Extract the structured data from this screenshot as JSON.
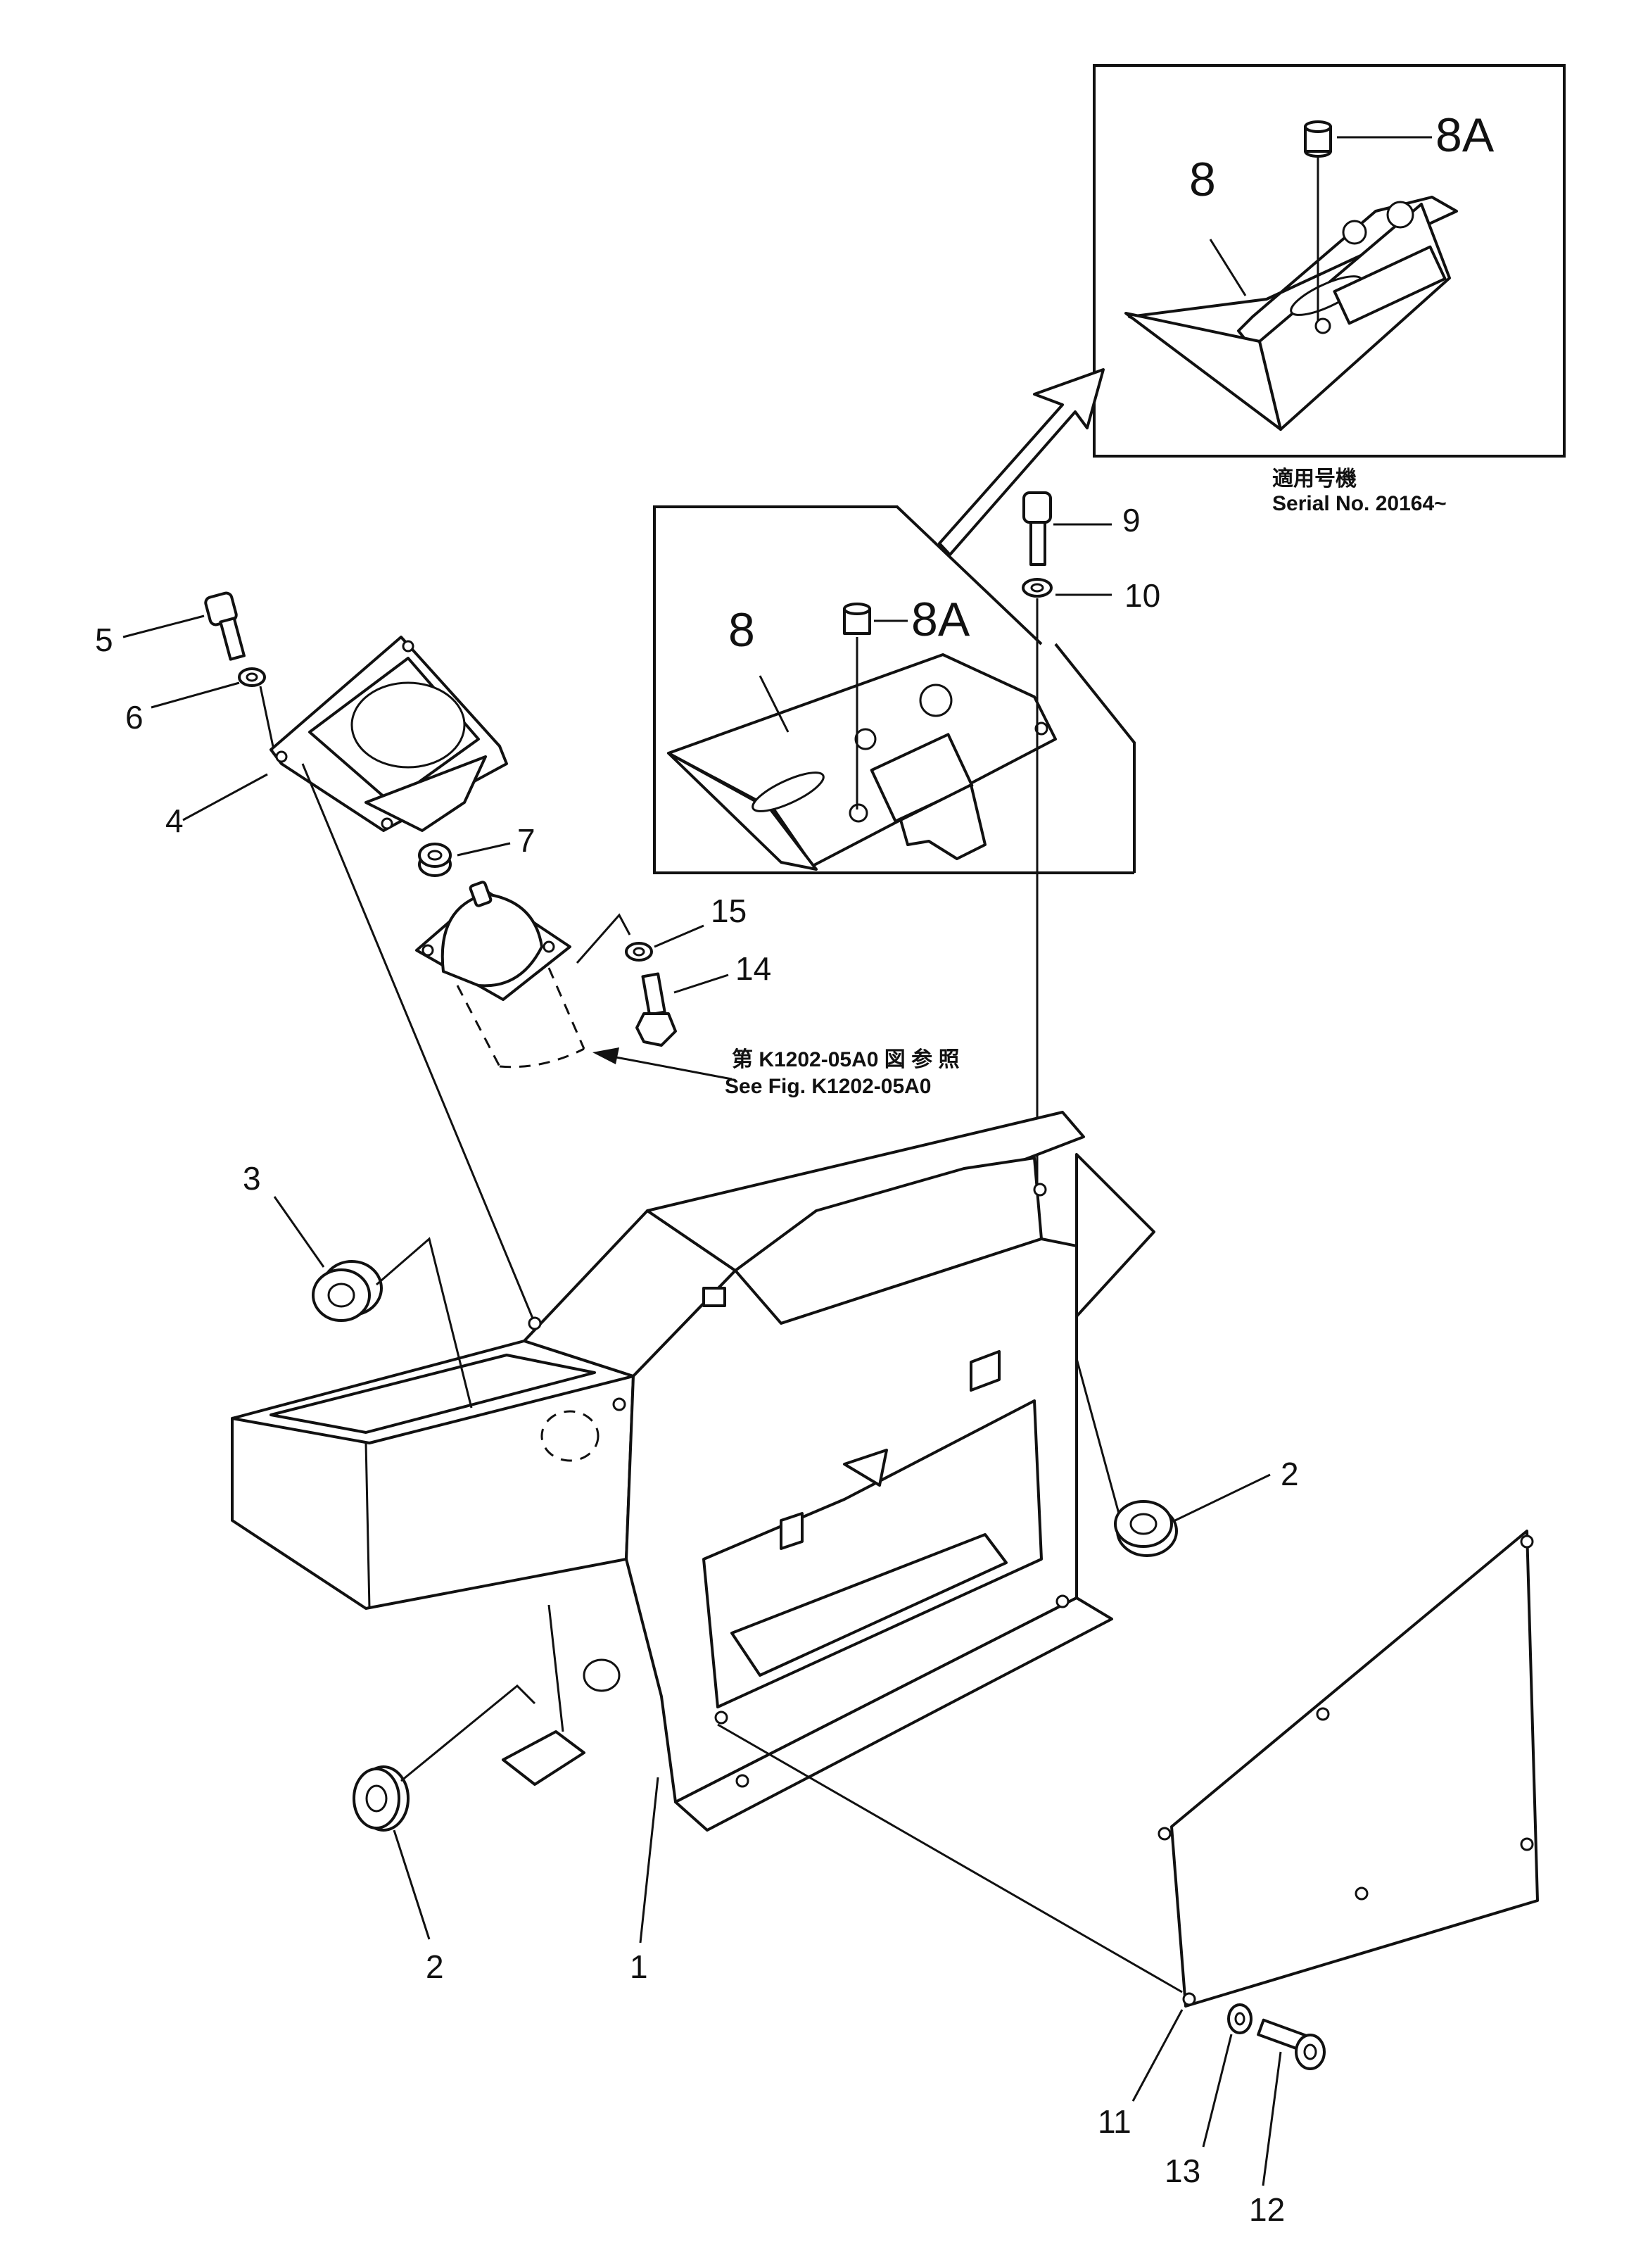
{
  "callouts": {
    "c1": "1",
    "c2a": "2",
    "c2b": "2",
    "c3": "3",
    "c4": "4",
    "c5": "5",
    "c6": "6",
    "c7": "7",
    "c8_inset": "8",
    "c8a_inset": "8A",
    "c8_main": "8",
    "c8a_main": "8A",
    "c9": "9",
    "c10": "10",
    "c11": "11",
    "c12": "12",
    "c13": "13",
    "c14": "14",
    "c15": "15"
  },
  "notes": {
    "serial_jp": "適用号機",
    "serial_en": "Serial No. 20164~",
    "ref_jp": "第 K1202-05A0 図 参 照",
    "ref_en": "See Fig. K1202-05A0"
  }
}
